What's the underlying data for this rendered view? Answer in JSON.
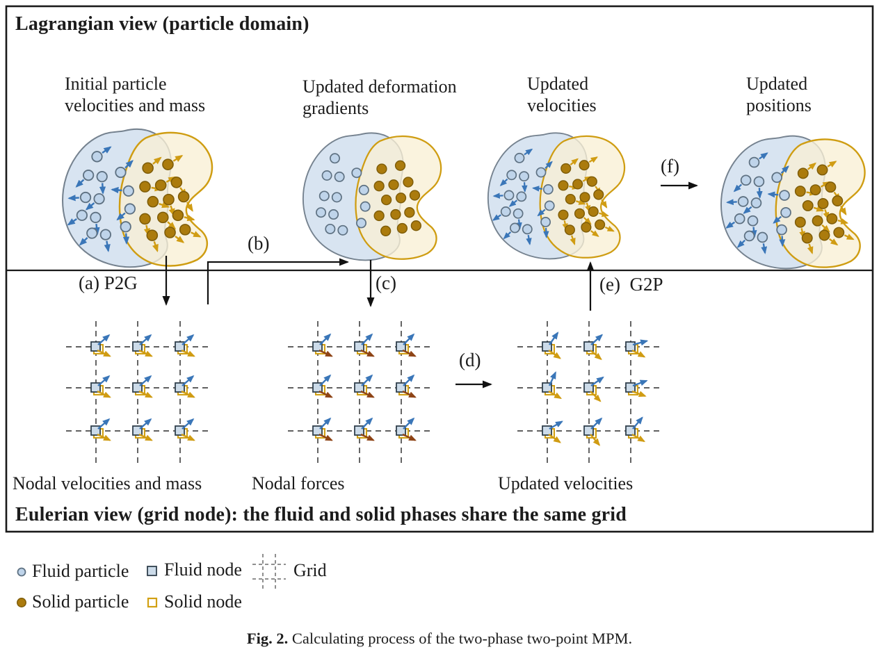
{
  "lagrangian": {
    "title": "Lagrangian view (particle domain)",
    "stages": [
      {
        "label": "Initial particle velocities and mass"
      },
      {
        "label": "Updated deformation gradients"
      },
      {
        "label": "Updated velocities"
      },
      {
        "label": "Updated positions"
      }
    ]
  },
  "eulerian": {
    "title": "Eulerian view (grid node): the fluid and solid phases share the same grid",
    "grids": [
      {
        "label": "Nodal velocities and mass"
      },
      {
        "label": "Nodal forces"
      },
      {
        "label": "Updated velocities"
      }
    ]
  },
  "steps": {
    "a": "(a) P2G",
    "b": "(b)",
    "c": "(c)",
    "d": "(d)",
    "e": "(e)  G2P",
    "f": "(f)"
  },
  "legend": {
    "fluid_particle": "Fluid particle",
    "solid_particle": "Solid particle",
    "fluid_node": "Fluid node",
    "solid_node": "Solid node",
    "grid": "Grid"
  },
  "caption": {
    "prefix": "Fig. 2.",
    "text": "Calculating process of the two-phase two-point MPM."
  },
  "colors": {
    "fluid_domain_fill": "#d8e4f1",
    "fluid_domain_stroke": "#75828f",
    "solid_domain_fill": "#f8f0d5",
    "solid_domain_stroke": "#cf9d12",
    "fluid_particle_fill": "#bfd4ea",
    "fluid_particle_stroke": "#5e7182",
    "solid_particle_fill": "#ab7b0d",
    "solid_particle_stroke": "#7e5c08",
    "fluid_arrow": "#3a76b8",
    "solid_arrow": "#d09c13",
    "force_arrow": "#8e4416",
    "fluid_node_fill": "#ccdbe9",
    "fluid_node_stroke": "#31404c",
    "solid_node_stroke": "#d2a013",
    "grid_line": "#4a4a4a",
    "frame": "#1a1a1a"
  }
}
